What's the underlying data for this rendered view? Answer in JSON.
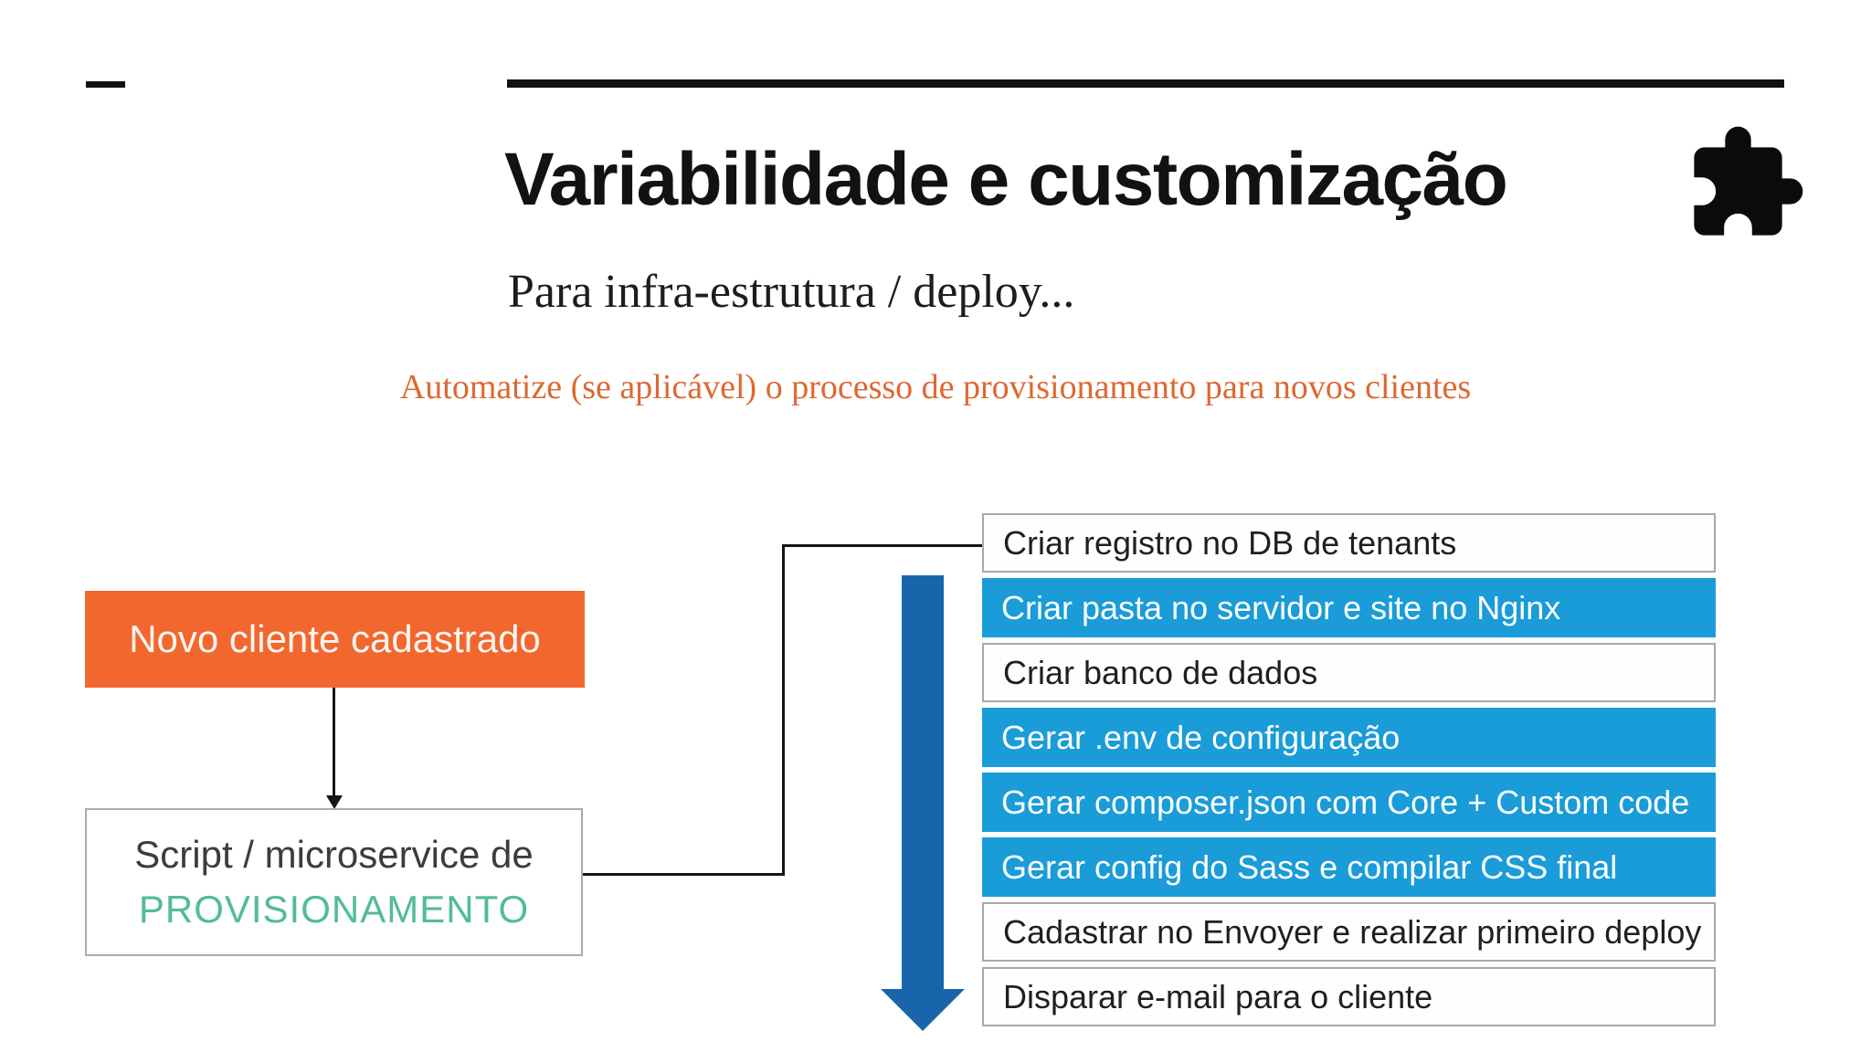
{
  "slide": {
    "title": "Variabilidade e customização",
    "subtitle": "Para infra-estrutura / deploy...",
    "highlight": "Automatize (se aplicável) o processo de provisionamento para novos clientes"
  },
  "flowchart": {
    "start_box": {
      "label": "Novo cliente cadastrado"
    },
    "process_box": {
      "line1": "Script / microservice de",
      "line2": "PROVISIONAMENTO"
    },
    "steps": [
      {
        "label": "Criar registro no DB de tenants",
        "highlighted": false
      },
      {
        "label": "Criar pasta no servidor e site no Nginx",
        "highlighted": true
      },
      {
        "label": "Criar banco de dados",
        "highlighted": false
      },
      {
        "label": "Gerar .env de configuração",
        "highlighted": true
      },
      {
        "label": "Gerar composer.json com Core + Custom code",
        "highlighted": true
      },
      {
        "label": "Gerar config do Sass e compilar CSS final",
        "highlighted": true
      },
      {
        "label": "Cadastrar no Envoyer e realizar primeiro deploy",
        "highlighted": false
      },
      {
        "label": "Disparar e-mail para o cliente",
        "highlighted": false
      }
    ]
  },
  "icons": {
    "corner_icon": "puzzle-piece-icon"
  },
  "colors": {
    "accent_orange_box": "#f2672e",
    "highlight_text_orange": "#de6830",
    "step_blue": "#199cd8",
    "big_arrow_blue": "#1965ab",
    "accent_green": "#52bc96",
    "ink_black": "#121212",
    "row_border_gray": "#a8a8a8"
  }
}
